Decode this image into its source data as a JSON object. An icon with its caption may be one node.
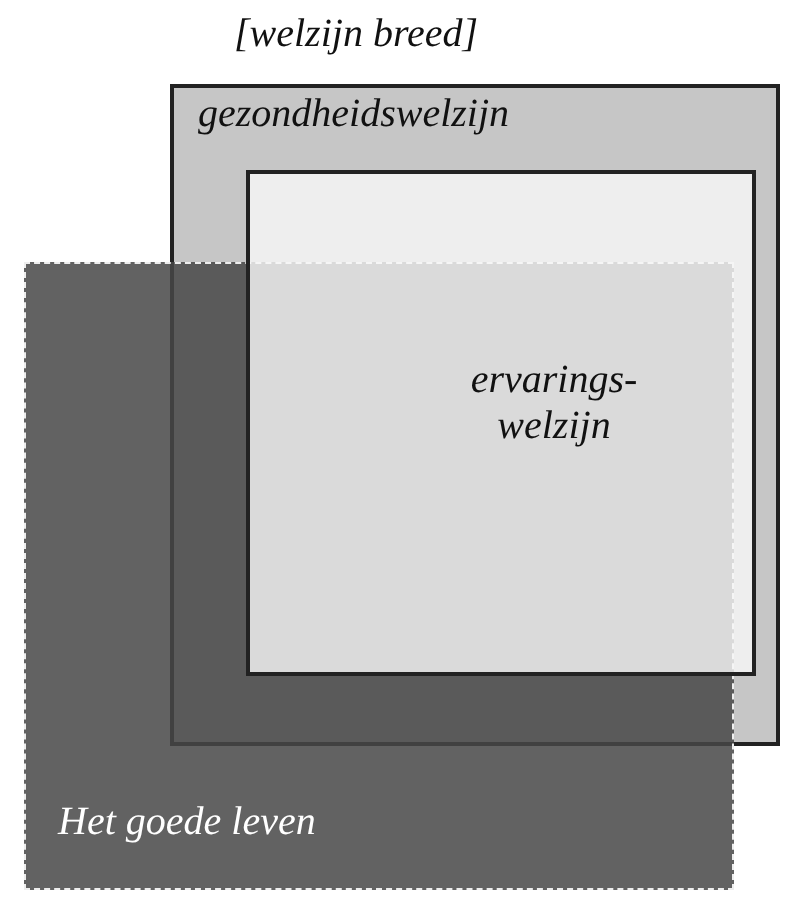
{
  "diagram": {
    "nodes": [
      {
        "text": [
          "[welzijn breed]",
          "gezondheidswelzijn"
        ]
      },
      {
        "text": [
          "ervarings- welzijn"
        ],
        "in": 0
      },
      {
        "text": [
          "Het goede leven"
        ]
      }
    ]
  }
}
